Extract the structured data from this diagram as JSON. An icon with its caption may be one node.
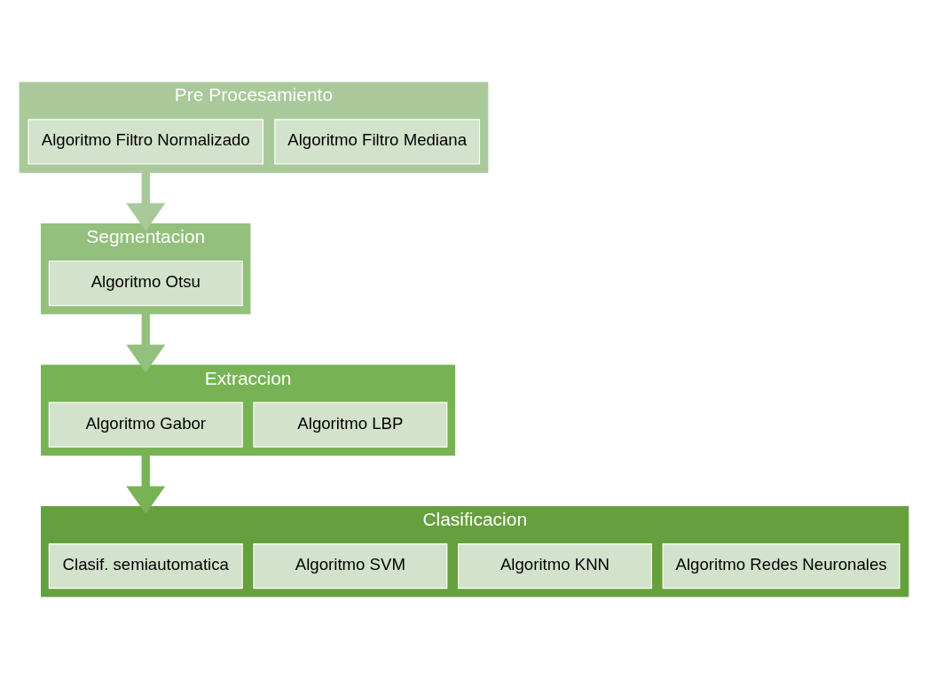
{
  "diagram": {
    "nodes": [
      {
        "text": [
          "Pre Procesamiento"
        ]
      },
      {
        "text": [
          "Algoritmo Filtro Normalizado"
        ],
        "in": 0
      },
      {
        "text": [
          "Algoritmo Filtro Mediana"
        ],
        "in": 0
      },
      {
        "text": [
          "Segmentacion"
        ]
      },
      {
        "text": [
          "Algoritmo Otsu"
        ],
        "in": 3
      },
      {
        "text": [
          "Extraccion"
        ]
      },
      {
        "text": [
          "Algoritmo Gabor"
        ],
        "in": 5
      },
      {
        "text": [
          "Algoritmo LBP"
        ],
        "in": 5
      },
      {
        "text": [
          "Clasificacion"
        ]
      },
      {
        "text": [
          "Clasif. semiautomatica"
        ],
        "in": 8
      },
      {
        "text": [
          "Algoritmo SVM"
        ],
        "in": 8
      },
      {
        "text": [
          "Algoritmo KNN"
        ],
        "in": 8
      },
      {
        "text": [
          "Algoritmo Redes Neuronales"
        ],
        "in": 8
      }
    ],
    "edges": [
      {
        "from": 0,
        "to": 3,
        "arrow": "to",
        "color": "#a9c99a"
      },
      {
        "from": 3,
        "to": 5,
        "arrow": "to",
        "color": "#93c07c"
      },
      {
        "from": 5,
        "to": 8,
        "arrow": "to",
        "color": "#77b354"
      }
    ]
  }
}
